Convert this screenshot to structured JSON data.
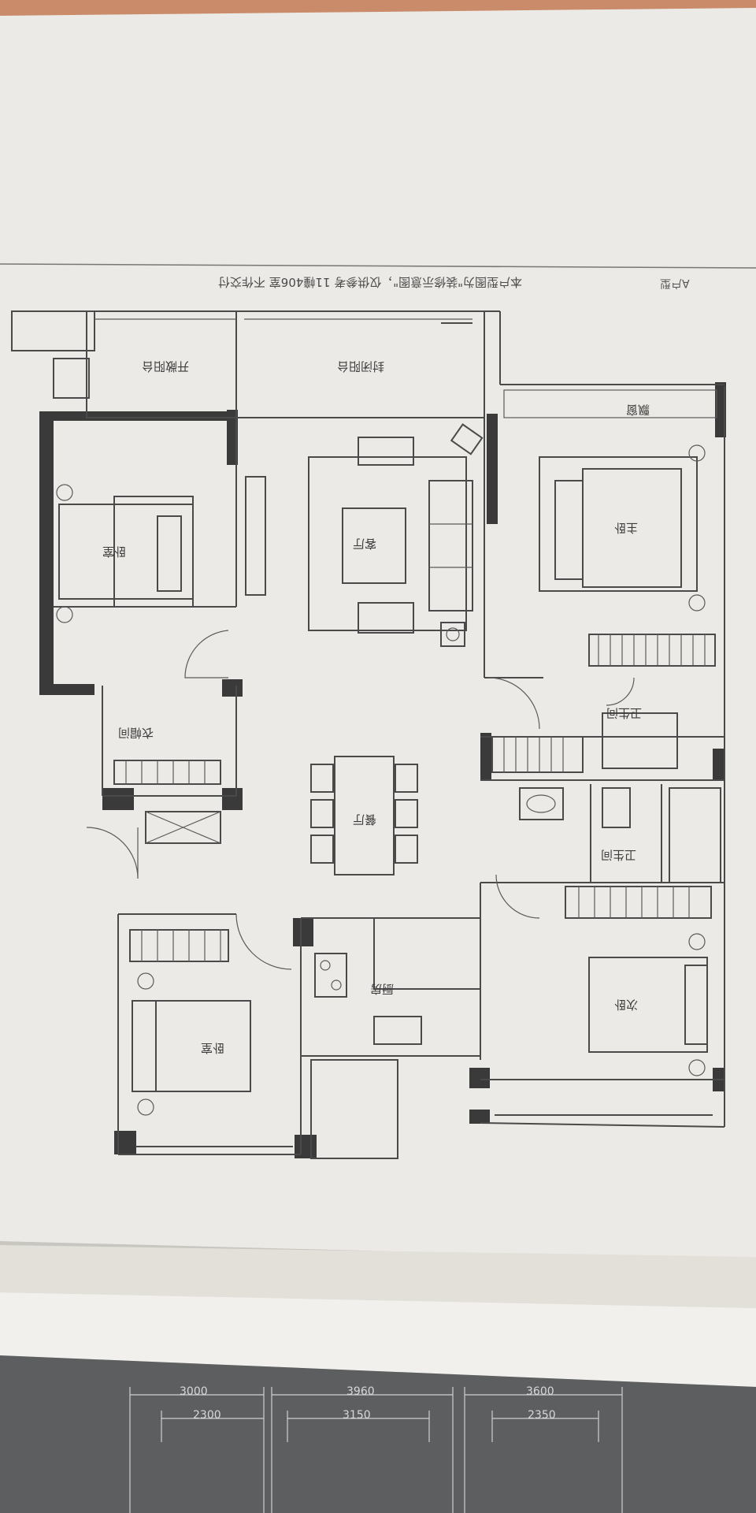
{
  "header": {
    "tag": "A户型",
    "note": "本户型图为\"装修示意图\"，仅供参考 11幢406室 不作交付"
  },
  "rooms": {
    "open_balcony": "开敞阳台",
    "enclosed_balcony": "封闭阳台",
    "bay_window": "飘窗",
    "living_room": "客厅",
    "bedroom_nw": "卧室",
    "master_bedroom": "主卧",
    "cloakroom": "衣帽间",
    "bathroom_1": "卫生间",
    "dining_room": "餐厅",
    "bathroom_2": "卫生间",
    "bedroom_sw": "卧室",
    "kitchen": "厨房",
    "second_bedroom": "次卧"
  },
  "dimensions": {
    "top_row": [
      "3000",
      "3960",
      "3600"
    ],
    "bottom_row": [
      "2300",
      "3150",
      "2350"
    ]
  }
}
